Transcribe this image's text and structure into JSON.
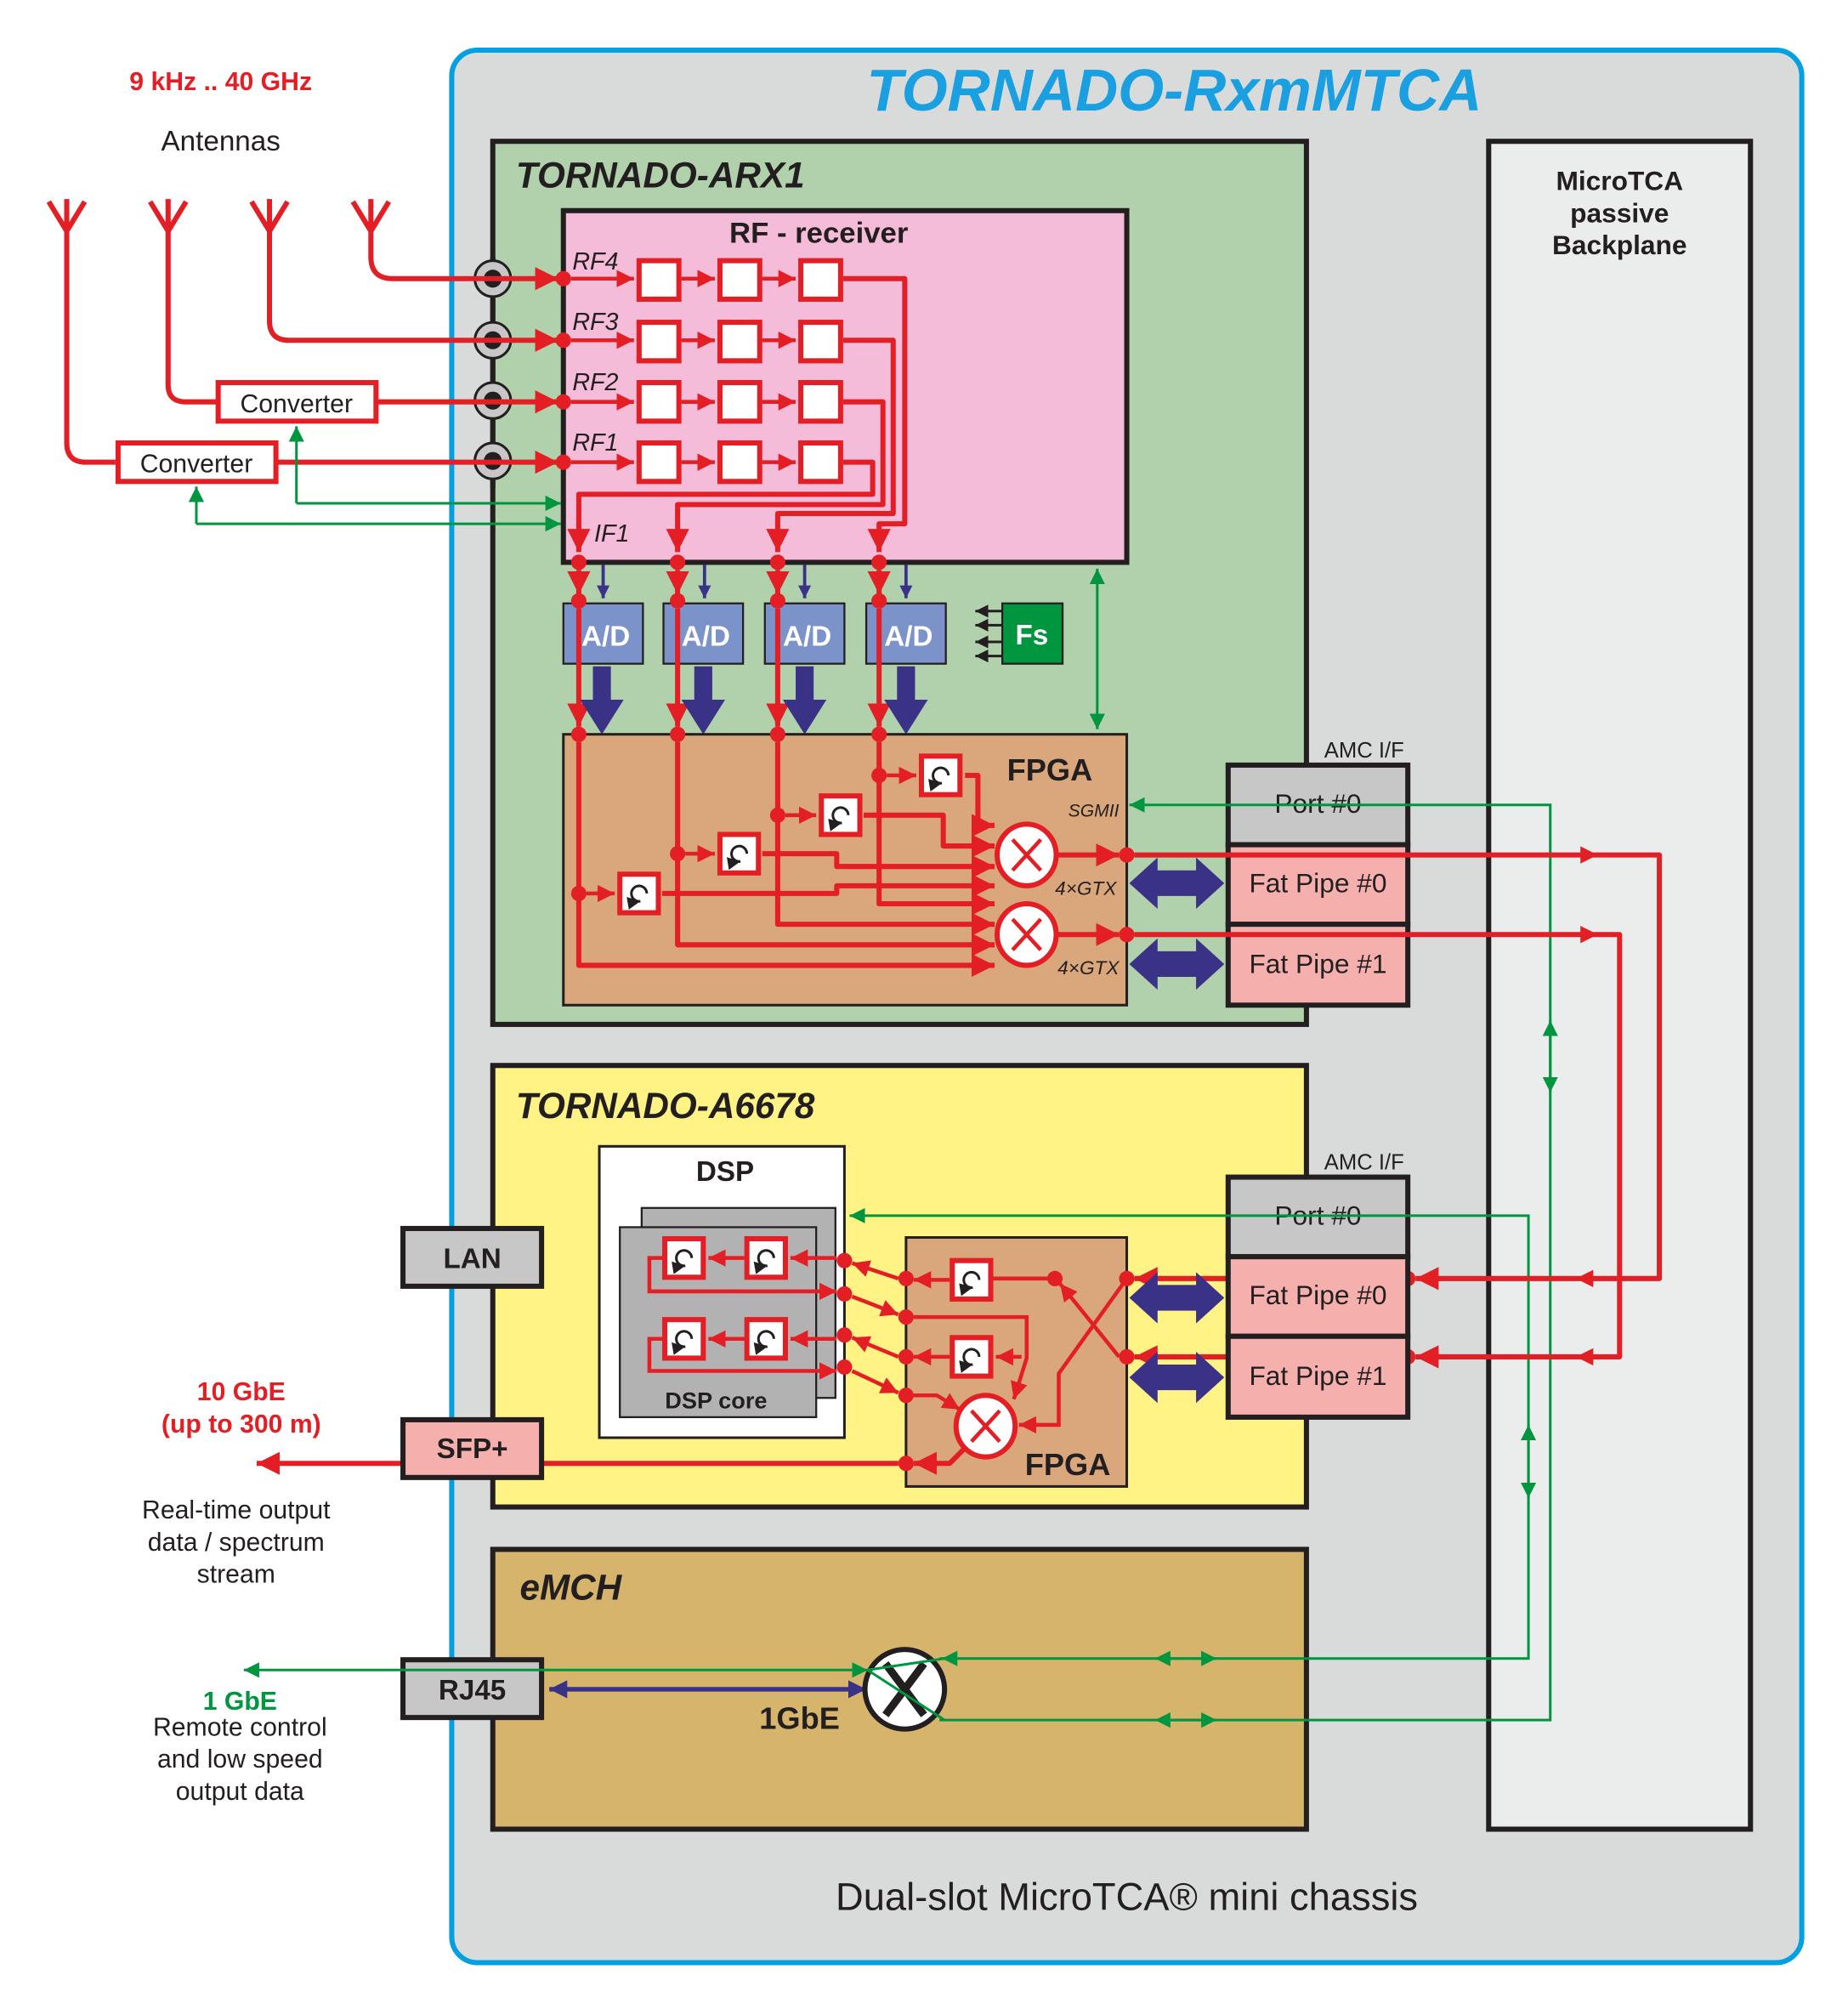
{
  "title": "TORNADO-RxmMTCA",
  "chassis_caption": "Dual-slot MicroTCA® mini chassis",
  "frequency_range": "9 kHz .. 40 GHz",
  "antennas_label": "Antennas",
  "converter_label": "Converter",
  "colors": {
    "signal_red": "#e31e24",
    "control_green": "#00963f",
    "data_blue": "#3a3287",
    "chassis_border": "#00a0e3",
    "title_blue": "#1a9fe0",
    "arx1_bg": "#b0d1ab",
    "rf_receiver_bg": "#f5bcd9",
    "fpga_bg": "#d9a77b",
    "a6678_bg": "#fff385",
    "emch_bg": "#d6b46c",
    "adc_bg": "#7b93c9",
    "fs_bg": "#00963f",
    "fatpipe_bg": "#f5b0ae",
    "port_bg": "#c6c7c6",
    "backplane_bg": "#ebecec",
    "chassis_bg": "#d9dbdb"
  },
  "arx1": {
    "title": "TORNADO-ARX1",
    "rf_receiver": {
      "title": "RF - receiver",
      "channels": [
        "RF4",
        "RF3",
        "RF2",
        "RF1"
      ],
      "if_label": "IF1"
    },
    "adc_label": "A/D",
    "fs_label": "Fs",
    "fpga": {
      "title": "FPGA",
      "sgmii_label": "SGMII",
      "gtx_label": "4×GTX"
    },
    "amc": {
      "title": "AMC I/F",
      "ports": [
        "Port #0",
        "Fat Pipe #0",
        "Fat Pipe #1"
      ]
    }
  },
  "a6678": {
    "title": "TORNADO-A6678",
    "dsp": {
      "title": "DSP",
      "core_label": "DSP core"
    },
    "fpga_label": "FPGA",
    "lan_label": "LAN",
    "sfp_label": "SFP+",
    "amc": {
      "title": "AMC I/F",
      "ports": [
        "Port #0",
        "Fat Pipe #0",
        "Fat Pipe #1"
      ]
    }
  },
  "emch": {
    "title": "eMCH",
    "rj45_label": "RJ45",
    "switch_link_label": "1GbE"
  },
  "backplane": {
    "lines": [
      "MicroTCA",
      "passive",
      "Backplane"
    ]
  },
  "outputs": {
    "ten_gbe": {
      "line1": "10 GbE",
      "line2": "(up to 300 m)"
    },
    "realtime_desc": [
      "Real-time output",
      "data / spectrum",
      "stream"
    ],
    "one_gbe": {
      "label": "1 GbE"
    },
    "remote_desc": [
      "Remote control",
      "and low speed",
      "output data"
    ]
  }
}
